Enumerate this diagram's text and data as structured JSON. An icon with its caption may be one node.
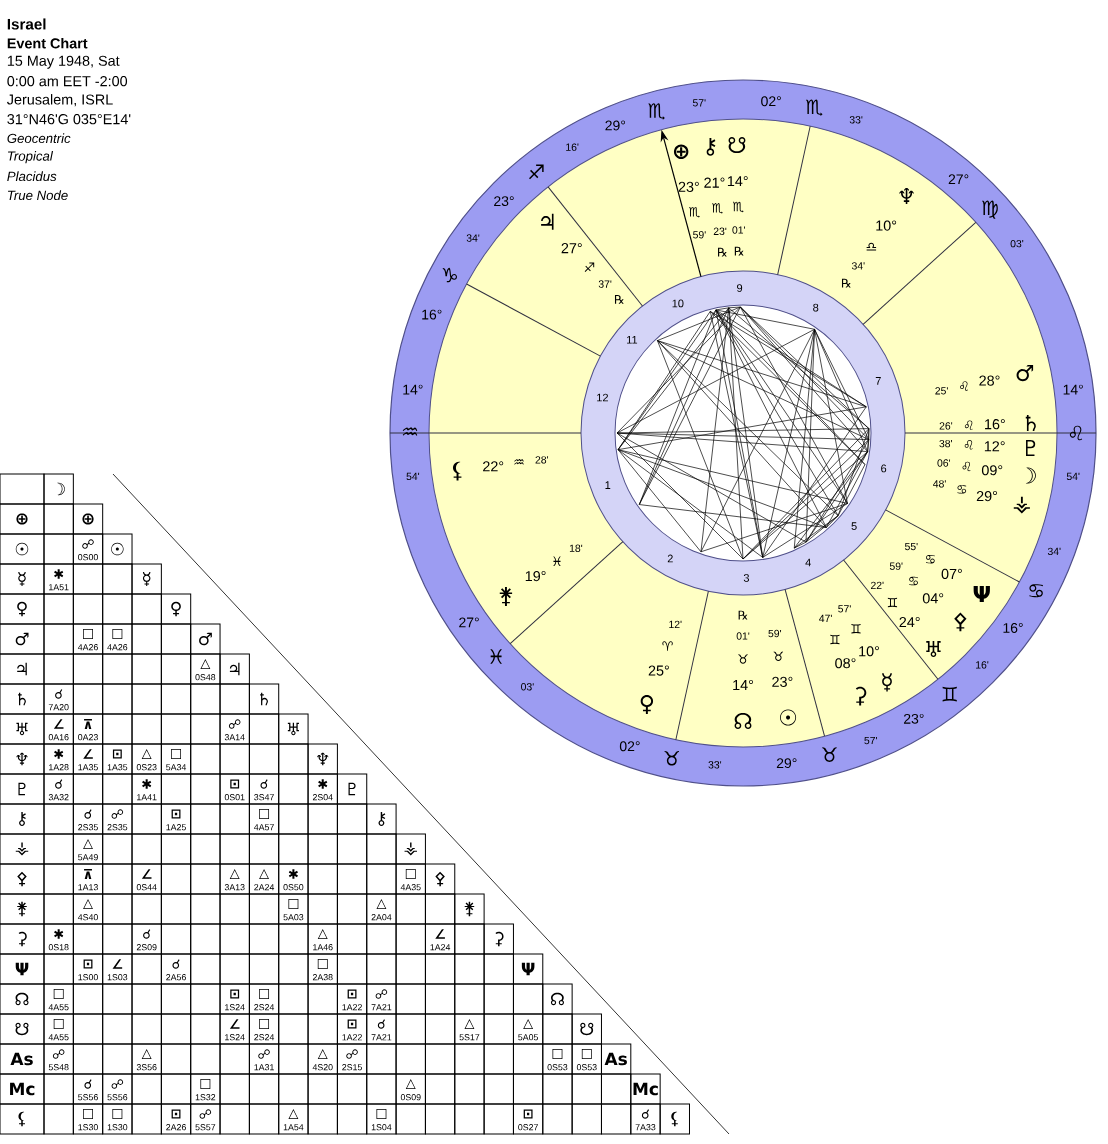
{
  "diagram": {
    "title": "Israel",
    "labels": [
      "Event Chart",
      "15 May 1948, Sat",
      "0:00 am EET -2:00",
      "Jerusalem, ISRL",
      "31°N46'G 035°E14'",
      "Geocentric",
      "Tropical",
      "Placidus",
      "True Node",
      "14°",
      "♒",
      "54'",
      "27°",
      "♓",
      "03'",
      "02°",
      "♉",
      "33'",
      "29°",
      "♉",
      "57'",
      "23°",
      "♊",
      "16'",
      "16°",
      "♋",
      "34'",
      "14°",
      "♌",
      "54'",
      "27°",
      "♍",
      "03'",
      "02°",
      "♏",
      "33'",
      "29°",
      "♏",
      "57'",
      "23°",
      "♐",
      "16'",
      "16°",
      "♑",
      "34'",
      "1",
      "2",
      "3",
      "4",
      "5",
      "6",
      "7",
      "8",
      "9",
      "10",
      "11",
      "12",
      "⊕",
      "23°",
      "♏",
      "59'",
      "⚷",
      "21°",
      "♏",
      "23'",
      "℞",
      "☋",
      "14°",
      "♏",
      "01'",
      "℞",
      "♆",
      "10°",
      "♎",
      "34'",
      "℞",
      "25'",
      "♌",
      "28°",
      "♂",
      "26'",
      "♌",
      "16°",
      "♄",
      "38'",
      "♌",
      "12°",
      "♇",
      "06'",
      "♌",
      "09°",
      "☽",
      "48'",
      "♋",
      "29°",
      "⚶",
      "Ψ",
      "07°",
      "♋",
      "55'",
      "⚴",
      "04°",
      "♋",
      "59'",
      "♅",
      "24°",
      "♊",
      "22'",
      "☿",
      "10°",
      "♊",
      "57'",
      "⚳",
      "08°",
      "♊",
      "47'",
      "☉",
      "23°",
      "♉",
      "59'",
      "☊",
      "14°",
      "♉",
      "01'",
      "℞",
      "♀",
      "25°",
      "♈",
      "12'",
      "⚵",
      "19°",
      "♓",
      "18'",
      "⚸",
      "22°",
      "♒",
      "28'",
      "♃",
      "27°",
      "♐",
      "37'",
      "℞",
      "☽",
      "⊕",
      "⊕",
      "☉",
      "☍",
      "0S00",
      "☉",
      "☿",
      "✱",
      "1A51",
      "☿",
      "♀",
      "♀",
      "♂",
      "□",
      "4A26",
      "□",
      "4A26",
      "♂",
      "♃",
      "△",
      "0S48",
      "♃",
      "♄",
      "☌",
      "7A20",
      "♄",
      "♅",
      "∠",
      "0A16",
      "⊼",
      "0A23",
      "☍",
      "3A14",
      "♅",
      "♆",
      "✱",
      "1A28",
      "∠",
      "1A35",
      "⊡",
      "1A35",
      "△",
      "0S23",
      "□",
      "5A34",
      "♆",
      "♇",
      "☌",
      "3A32",
      "✱",
      "1A41",
      "⊡",
      "0S01",
      "☌",
      "3S47",
      "✱",
      "2S04",
      "♇",
      "⚷",
      "☌",
      "2S35",
      "☍",
      "2S35",
      "⊡",
      "1A25",
      "□",
      "4A57",
      "⚷",
      "⚶",
      "△",
      "5A49",
      "⚶",
      "⚴",
      "⊼",
      "1A13",
      "∠",
      "0S44",
      "△",
      "3A13",
      "△",
      "2A24",
      "✱",
      "0S50",
      "□",
      "4A35",
      "⚴",
      "⚵",
      "△",
      "4S40",
      "□",
      "5A03",
      "△",
      "2A04",
      "⚵",
      "⚳",
      "✱",
      "0S18",
      "☌",
      "2S09",
      "△",
      "1A46",
      "∠",
      "1A24",
      "⚳",
      "Ψ",
      "⊡",
      "1S00",
      "∠",
      "1S03",
      "☌",
      "2A56",
      "□",
      "2A38",
      "Ψ",
      "☊",
      "□",
      "4A55",
      "⊡",
      "1S24",
      "□",
      "2S24",
      "⊡",
      "1A22",
      "☍",
      "7A21",
      "☊",
      "☋",
      "□",
      "4A55",
      "∠",
      "1S24",
      "□",
      "2S24",
      "⊡",
      "1A22",
      "☌",
      "7A21",
      "△",
      "5S17",
      "△",
      "5A05",
      "☋",
      "As",
      "☍",
      "5S48",
      "△",
      "3S56",
      "☍",
      "1A31",
      "△",
      "4S20",
      "☍",
      "2S15",
      "□",
      "0S53",
      "□",
      "0S53",
      "As",
      "Mc",
      "☌",
      "5S56",
      "☍",
      "5S56",
      "□",
      "1S32",
      "△",
      "0S09",
      "Mc",
      "⚸",
      "□",
      "1S30",
      "□",
      "1S30",
      "⊡",
      "2A26",
      "☍",
      "5S57",
      "△",
      "1A54",
      "□",
      "1S04",
      "⊡",
      "0S27",
      "☌",
      "7A33",
      "⚸"
    ]
  }
}
